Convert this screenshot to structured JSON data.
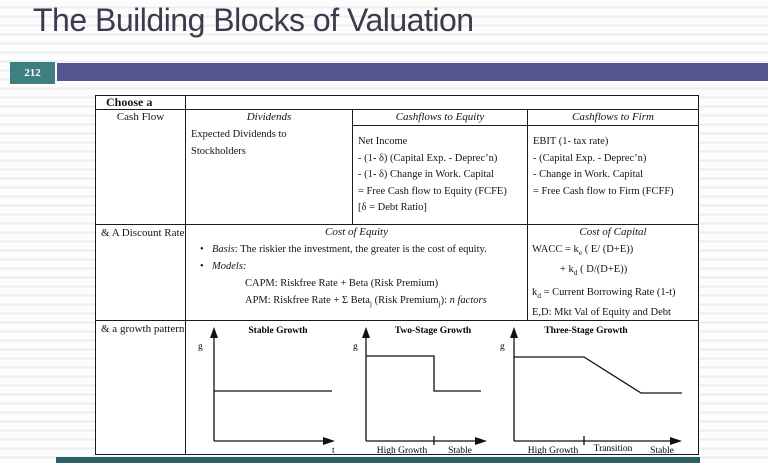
{
  "theme": {
    "title_color": "#3b3b4e",
    "badge_bg": "#3e7f80",
    "accent_bar_color": "#55568f",
    "footer_bar_color": "#2b5f63",
    "table_border": "#1b1b1b"
  },
  "slide": {
    "title": "The Building Blocks of Valuation",
    "page_number": "212"
  },
  "table": {
    "choose_label": "Choose a",
    "cashflow_label": "Cash Flow",
    "columns": {
      "dividends": {
        "header": "Dividends",
        "lines": [
          "Expected Dividends to",
          "Stockholders"
        ]
      },
      "equity": {
        "header": "Cashflows to Equity",
        "lines": [
          "Net Income",
          "- (1- δ)  (Capital Exp. - Deprec’n)",
          "- (1- δ) Change in Work. Capital",
          "= Free Cash flow to Equity (FCFE)",
          "[δ = Debt Ratio]"
        ]
      },
      "firm": {
        "header": "Cashflows to Firm",
        "lines": [
          "EBIT (1- tax rate)",
          "- (Capital Exp. - Deprec’n)",
          "- Change in Work. Capital",
          "= Free Cash flow to Firm (FCFF)"
        ]
      }
    },
    "discount": {
      "row_label": "& A Discount Rate",
      "cost_of_equity": {
        "header": "Cost of Equity",
        "basis_label": "Basis",
        "basis_text": ": The riskier the investment, the greater is the cost of equity.",
        "models_label": "Models:",
        "capm_line": "CAPM: Riskfree Rate + Beta (Risk Premium)",
        "apm": {
          "part1": "APM: Riskfree Rate + Σ Beta",
          "sub1": "j",
          "part2": " (Risk Premium",
          "sub2": "j",
          "part3": "): ",
          "italic_tail": "n factors"
        }
      },
      "cost_of_capital": {
        "header": "Cost of Capital",
        "wacc1": {
          "part1": "WACC = k",
          "sub1": "e",
          "part2": " ( E/ (D+E))"
        },
        "wacc2": {
          "part1": "+ k",
          "sub1": "d",
          "part2": " ( D/(D+E))"
        },
        "kd": {
          "part1": "k",
          "sub1": "d",
          "part2": " = Current Borrowing Rate (1-t)"
        },
        "ed_line": "E,D: Mkt Val of Equity and Debt"
      }
    },
    "growth": {
      "row_label": "& a growth pattern",
      "charts": [
        {
          "type": "line",
          "title": "Stable Growth",
          "y_axis_label": "g",
          "x_axis_label": "t",
          "shape": "flat constant growth rate over time"
        },
        {
          "type": "line",
          "title": "Two-Stage Growth",
          "y_axis_label": "g",
          "stage_labels": [
            "High Growth",
            "Stable"
          ],
          "shape": "high flat growth, step down to lower stable growth"
        },
        {
          "type": "line",
          "title": "Three-Stage Growth",
          "y_axis_label": "g",
          "stage_labels": [
            "High Growth",
            "Transition",
            "Stable"
          ],
          "shape": "high flat growth, declining transition, lower stable growth"
        }
      ]
    }
  }
}
